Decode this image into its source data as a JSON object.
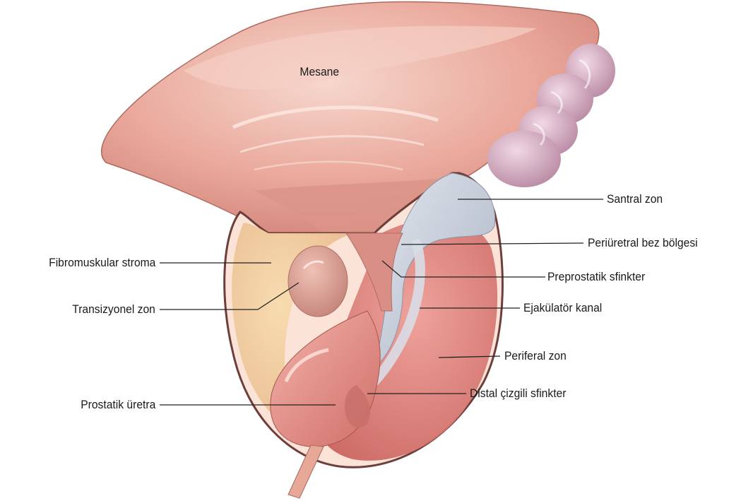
{
  "diagram": {
    "labels": {
      "bladder": "Mesane",
      "central_zone": "Santral zon",
      "periurethral_gland_region": "Periüretral bez bölgesi",
      "fibromuscular_stroma": "Fibromuskular stroma",
      "preprostatic_sphincter": "Preprostatik sfinkter",
      "transition_zone": "Transizyonel zon",
      "ejaculatory_duct": "Ejakülatör kanal",
      "peripheral_zone": "Periferal zon",
      "prostatic_urethra": "Prostatik üretra",
      "distal_striated_sphincter": "Distal çizgili sfinkter"
    },
    "colors": {
      "bladder": "#e8a296",
      "bladder_highlight": "#f4d2c8",
      "seminal_vesicle": "#d9b2c4",
      "central_zone": "#c9cfd8",
      "peripheral_zone": "#e38c86",
      "transition_zone": "#d59a8c",
      "fibromuscular_stroma": "#efcd9c",
      "capsule_outline": "#7a4a44",
      "leader_line": "#222222"
    }
  }
}
